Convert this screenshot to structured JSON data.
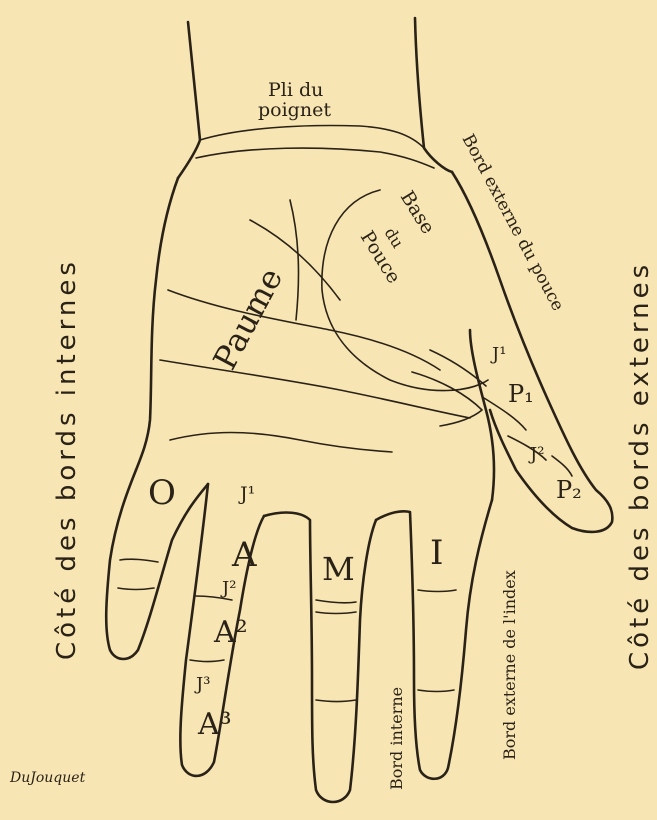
{
  "side_labels": {
    "left": "Côté des bords internes",
    "right": "Côté des bords externes"
  },
  "regions": {
    "wrist_crease_1": "Pli du",
    "wrist_crease_2": "poignet",
    "palm": "Paume",
    "thumb_base_1": "Base",
    "thumb_base_2": "du",
    "thumb_base_3": "Pouce",
    "thumb_outer_edge": "Bord externe du pouce",
    "index_outer_edge": "Bord externe de l'index",
    "inner_edge": "Bord interne"
  },
  "fingers": {
    "little": "O",
    "ring": "A",
    "middle": "M",
    "index": "I"
  },
  "phalanges": {
    "thumb_j1": "J¹",
    "thumb_p1": "P₁",
    "thumb_j2": "J²",
    "thumb_p2": "P₂",
    "ring_j1": "J¹",
    "ring_a1": "A",
    "ring_j2": "J²",
    "ring_a2": "A²",
    "ring_j3": "J³",
    "ring_a3": "A³"
  },
  "signature": "DuJouquet"
}
